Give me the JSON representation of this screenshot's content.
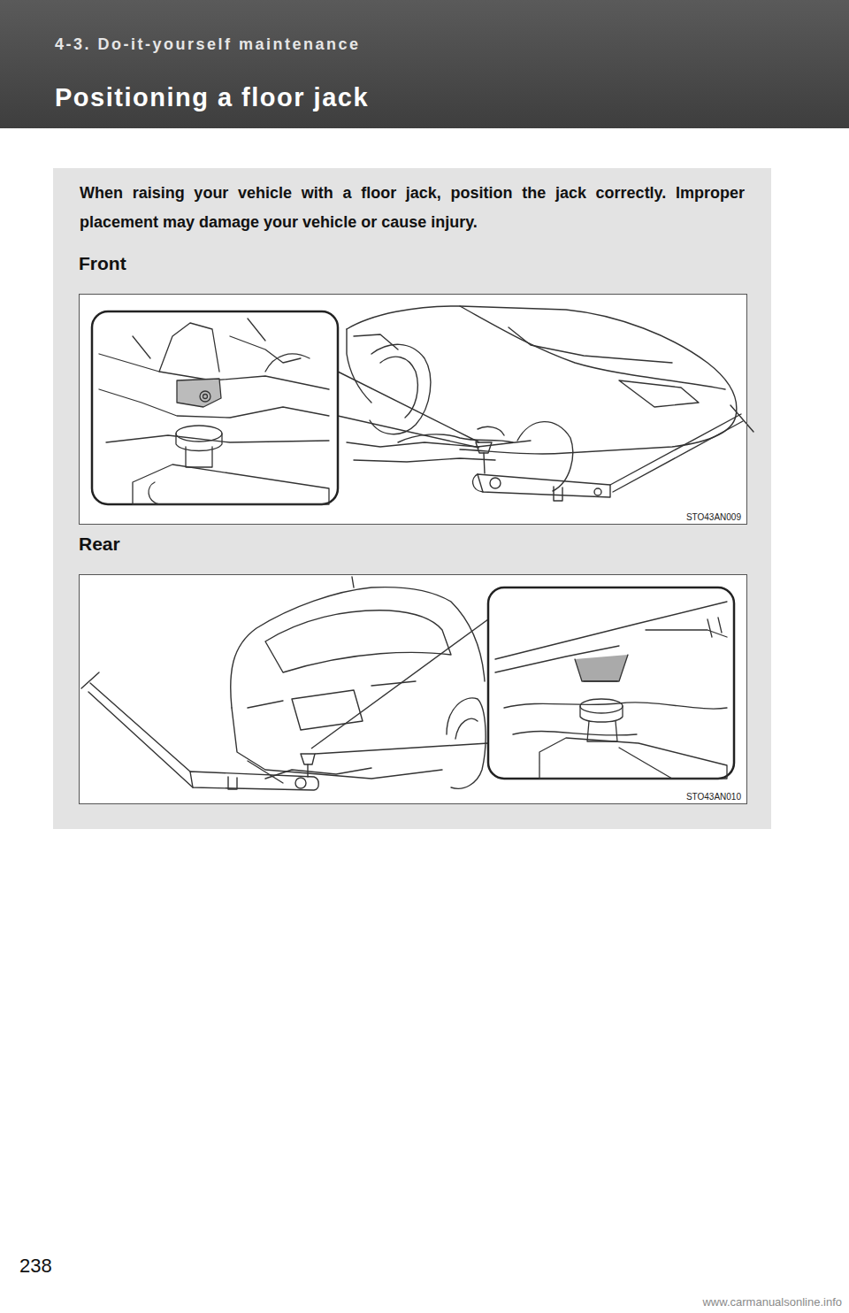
{
  "diagram": {
    "title": "Positioning a floor jack",
    "nodes": [
      {
        "text": [
          "When raising your vehicle with a floor jack, position the jack correctly. Improper placement may damage your vehicle or cause injury."
        ]
      },
      {
        "text": [
          "Front",
          "STO43AN009"
        ],
        "in": 0
      },
      {
        "text": [
          "Rear",
          "STO43AN010"
        ],
        "in": 0
      }
    ],
    "labels": [
      "4-3. Do-it-yourself maintenance",
      "238",
      "www.carmanualsonline.info"
    ]
  }
}
